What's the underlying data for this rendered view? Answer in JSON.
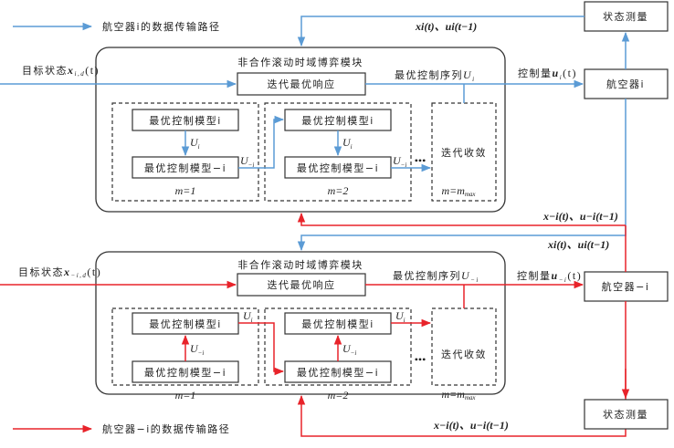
{
  "colors": {
    "path_i": "#5b9bd5",
    "path_neg_i": "#e8232a",
    "box_stroke": "#333333"
  },
  "legend": {
    "top": "航空器i的数据传输路径",
    "bottom": "航空器−i的数据传输路径"
  },
  "top": {
    "target_prefix": "目标状态",
    "target_var": "x",
    "target_sub": "i,d",
    "target_suffix": "(t)",
    "module_title": "非合作滚动时域博弈模块",
    "iter_best_response": "迭代最优响应",
    "opt_seq_prefix": "最优控制序列",
    "opt_seq_var": "U",
    "opt_seq_sub": "i",
    "control_prefix": "控制量",
    "control_var": "u",
    "control_sub": "i",
    "control_suffix": "(t)",
    "aircraft": "航空器i",
    "state_measure": "状态测量",
    "feedback_label": "xi(t)、ui(t−1)",
    "cross_label": "x−i(t)、u−i(t−1)",
    "model_i": "最优控制模型i",
    "model_neg_i": "最优控制模型−i",
    "u_i": "U",
    "u_i_sub": "i",
    "u_neg_i_sub": "−i",
    "m1": "m=1",
    "m2": "m=2",
    "converge": "迭代收敛",
    "mmax_prefix": "m=m",
    "mmax_sub": "max",
    "ellipsis": "•••"
  },
  "bottom": {
    "target_prefix": "目标状态",
    "target_var": "x",
    "target_sub": "−i,d",
    "target_suffix": "(t)",
    "module_title": "非合作滚动时域博弈模块",
    "iter_best_response": "迭代最优响应",
    "opt_seq_prefix": "最优控制序列",
    "opt_seq_var": "U",
    "opt_seq_sub": "−i",
    "control_prefix": "控制量",
    "control_var": "u",
    "control_sub": "−i",
    "control_suffix": "(t)",
    "aircraft": "航空器−i",
    "state_measure": "状态测量",
    "feedback_label": "x−i(t)、u−i(t−1)",
    "cross_label": "xi(t)、ui(t−1)",
    "model_i": "最优控制模型i",
    "model_neg_i": "最优控制模型−i",
    "m1": "m=1",
    "m2": "m=2",
    "converge": "迭代收敛",
    "mmax_prefix": "m=m",
    "mmax_sub": "max",
    "ellipsis": "•••"
  }
}
